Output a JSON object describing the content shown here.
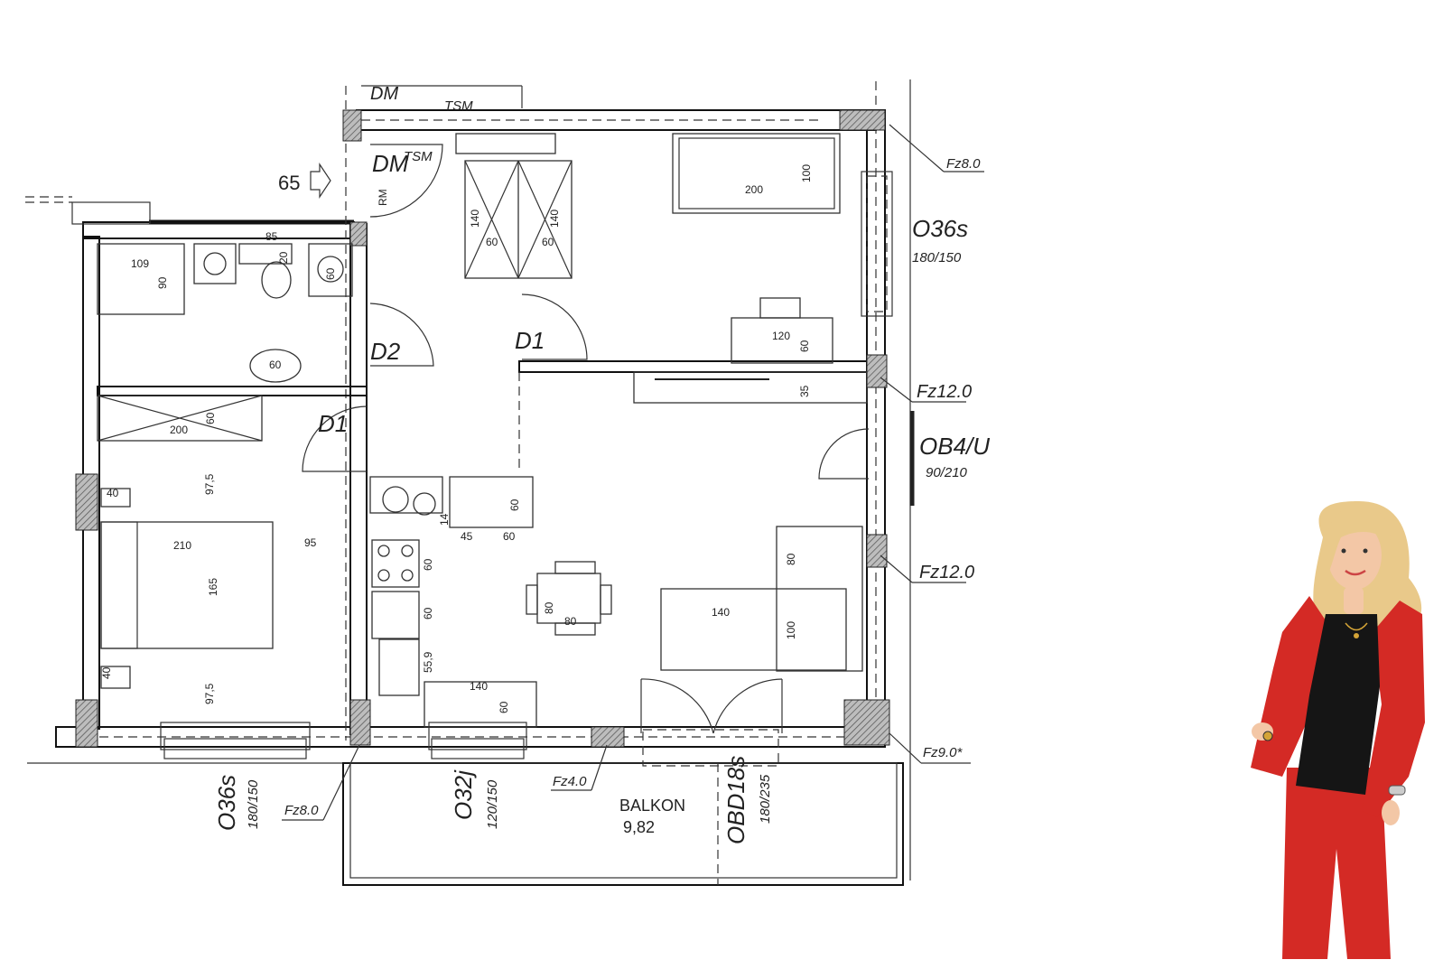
{
  "plan": {
    "labels": {
      "dm_top": "DM",
      "tsm_top": "TSM",
      "dm_entry": "DM",
      "tsm_entry": "TSM",
      "rm": "RM",
      "level_65": "65",
      "door_d2": "D2",
      "door_d1_hall": "D1",
      "door_d1_bath": "D1",
      "window_o36s_right": "O36s",
      "window_o36s_right_size": "180/150",
      "door_ob4": "OB4/U",
      "door_ob4_size": "90/210",
      "window_o36s_bottom": "O36s",
      "window_o36s_bottom_size": "180/150",
      "window_o32j": "O32j",
      "window_o32j_size": "120/150",
      "door_obd18s": "OBD18s",
      "door_obd18s_size": "180/235",
      "balcony_name": "BALKON",
      "balcony_area": "9,82"
    },
    "columns": {
      "fz_top_right": "Fz8.0",
      "fz_mid_right_1": "Fz12.0",
      "fz_mid_right_2": "Fz12.0",
      "fz_bottom_right": "Fz9.0*",
      "fz_bottom_left": "Fz8.0",
      "fz_bottom_mid": "Fz4.0"
    },
    "dimensions": {
      "wardrobe1_w": "60",
      "wardrobe1_h": "140",
      "wardrobe2_w": "60",
      "wardrobe2_h": "140",
      "bed_top_w": "200",
      "bed_top_h": "100",
      "desk_w": "120",
      "desk_h": "60",
      "shelf_h": "35",
      "bath_109": "109",
      "bath_90": "90",
      "bath_85": "85",
      "bath_20": "20",
      "bath_60_basin": "60",
      "bath_60_washer": "60",
      "wardrobe_left_w": "200",
      "wardrobe_left_h": "60",
      "bedroom_975_top": "97,5",
      "bedroom_40_top": "40",
      "bed_left_w": "210",
      "bed_left_h": "165",
      "bedroom_95": "95",
      "bedroom_40_bottom": "40",
      "bedroom_975_bottom": "97,5",
      "kitchen_60_top": "60",
      "kitchen_14": "14",
      "kitchen_45": "45",
      "kitchen_60_row": "60",
      "kitchen_60_stove": "60",
      "kitchen_60_oven": "60",
      "kitchen_559": "55,9",
      "kitchen_140": "140",
      "kitchen_60_bottom": "60",
      "table_80_h": "80",
      "table_80_w": "80",
      "sofa_140": "140",
      "sofa_100": "100",
      "sofa_80": "80"
    }
  },
  "person": {
    "jacket_color": "#d42a25",
    "shirt_color": "#151515",
    "hair_color": "#e9c98a",
    "skin_color": "#f3c7a6"
  }
}
